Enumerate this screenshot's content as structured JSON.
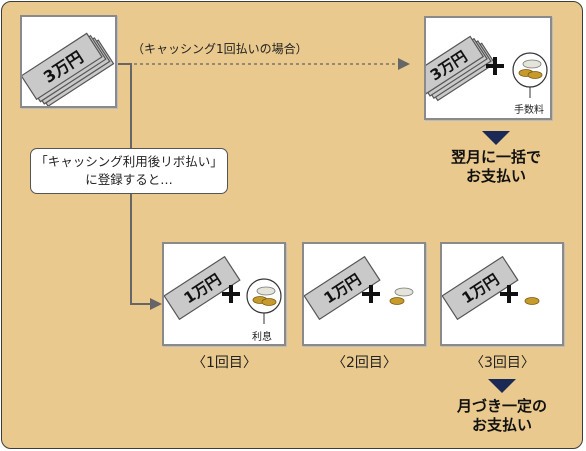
{
  "top_left": {
    "bill_label": "3万円"
  },
  "arrow_note": "（キャッシング1回払いの場合）",
  "top_right": {
    "bill_label": "3万円",
    "coin_label": "手数料"
  },
  "lump_sum": {
    "line1": "翌月に一括で",
    "line2": "お支払い"
  },
  "bubble": {
    "line1": "「キャッシング利用後リボ払い」",
    "line2": "に登録すると…"
  },
  "installments": [
    {
      "bill_label": "1万円",
      "coin_label": "利息",
      "caption": "〈1回目〉"
    },
    {
      "bill_label": "1万円",
      "caption": "〈2回目〉"
    },
    {
      "bill_label": "1万円",
      "caption": "〈3回目〉"
    }
  ],
  "fixed": {
    "line1": "月づき一定の",
    "line2": "お支払い"
  },
  "colors": {
    "background": "#e9c98d",
    "bill_fill": "#c9c9c9",
    "coin_gold": "#c79a2c",
    "arrow": "#1a2a55"
  }
}
